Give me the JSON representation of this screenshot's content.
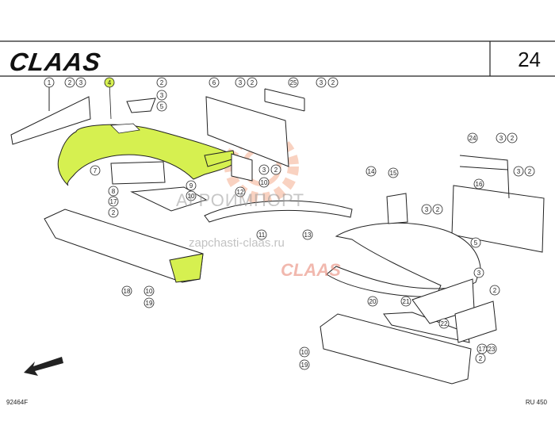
{
  "header": {
    "brand": "CLAAS",
    "page_number": "24"
  },
  "footer": {
    "left_code": "92464F",
    "right_code": "RU 450"
  },
  "watermark": {
    "line1": "АГРОИМПОРТ",
    "line2": "zapchasti-claas.ru",
    "line3": "CLAAS"
  },
  "colors": {
    "highlight": "#d6f050",
    "line": "#222222",
    "watermark_orange": "#f08050"
  },
  "callouts": [
    {
      "label": "1"
    },
    {
      "label": "2"
    },
    {
      "label": "3"
    },
    {
      "label": "4"
    },
    {
      "label": "2"
    },
    {
      "label": "3"
    },
    {
      "label": "5"
    },
    {
      "label": "6"
    },
    {
      "label": "3"
    },
    {
      "label": "2"
    },
    {
      "label": "25"
    },
    {
      "label": "3"
    },
    {
      "label": "2"
    },
    {
      "label": "7"
    },
    {
      "label": "8"
    },
    {
      "label": "17"
    },
    {
      "label": "2"
    },
    {
      "label": "9"
    },
    {
      "label": "10"
    },
    {
      "label": "3"
    },
    {
      "label": "2"
    },
    {
      "label": "10"
    },
    {
      "label": "12"
    },
    {
      "label": "11"
    },
    {
      "label": "13"
    },
    {
      "label": "18"
    },
    {
      "label": "10"
    },
    {
      "label": "19"
    },
    {
      "label": "24"
    },
    {
      "label": "3"
    },
    {
      "label": "2"
    },
    {
      "label": "3"
    },
    {
      "label": "2"
    },
    {
      "label": "16"
    },
    {
      "label": "14"
    },
    {
      "label": "15"
    },
    {
      "label": "3"
    },
    {
      "label": "2"
    },
    {
      "label": "5"
    },
    {
      "label": "3"
    },
    {
      "label": "2"
    },
    {
      "label": "20"
    },
    {
      "label": "21"
    },
    {
      "label": "22"
    },
    {
      "label": "17"
    },
    {
      "label": "23"
    },
    {
      "label": "2"
    },
    {
      "label": "10"
    },
    {
      "label": "19"
    }
  ]
}
